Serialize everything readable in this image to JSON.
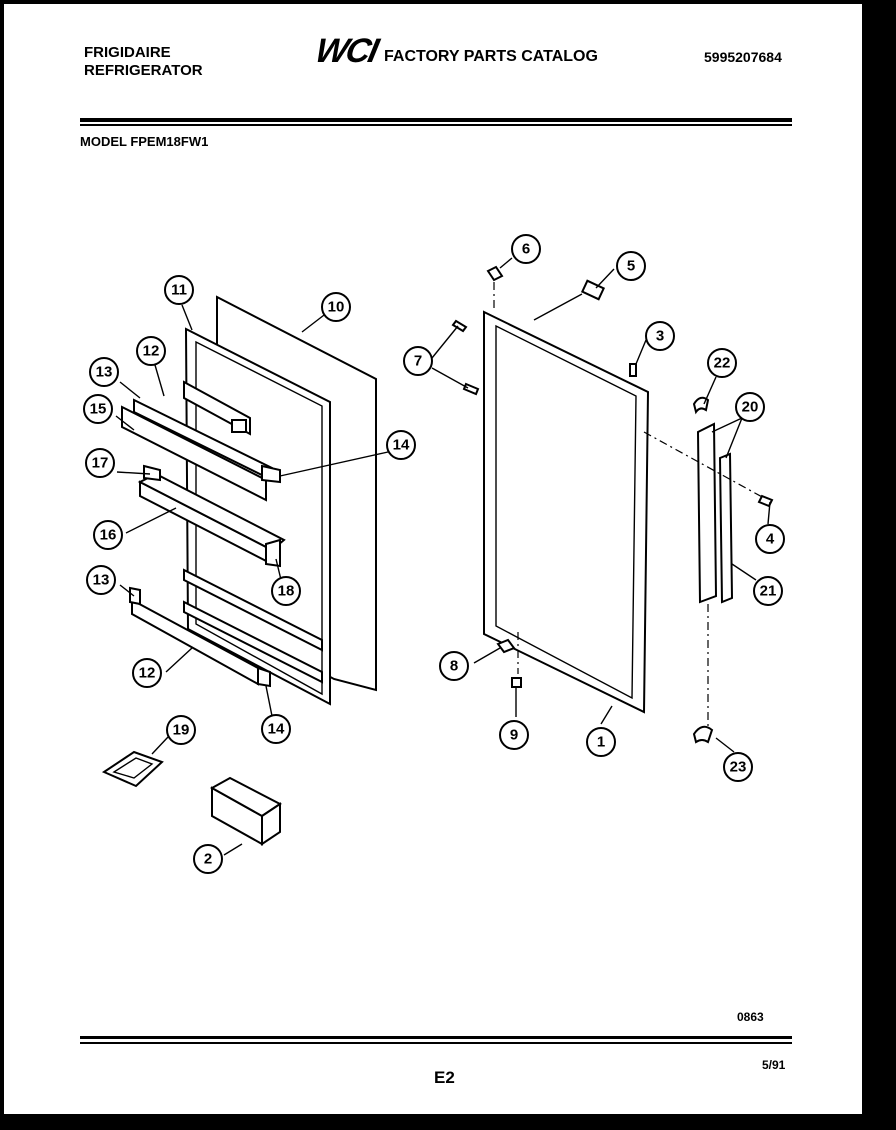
{
  "header": {
    "brand_line1": "FRIGIDAIRE",
    "brand_line2": "REFRIGERATOR",
    "logo_text": "WCI",
    "catalog_title": "FACTORY PARTS CATALOG",
    "catalog_number": "5995207684"
  },
  "model": "MODEL FPEM18FW1",
  "callouts": {
    "c1": "1",
    "c2": "2",
    "c3": "3",
    "c4": "4",
    "c5": "5",
    "c6": "6",
    "c7": "7",
    "c8": "8",
    "c9": "9",
    "c10": "10",
    "c11": "11",
    "c12a": "12",
    "c12b": "12",
    "c13a": "13",
    "c13b": "13",
    "c14a": "14",
    "c14b": "14",
    "c15": "15",
    "c16": "16",
    "c17": "17",
    "c18": "18",
    "c19": "19",
    "c20": "20",
    "c21": "21",
    "c22": "22",
    "c23": "23"
  },
  "footer": {
    "drawing_code": "0863",
    "page": "E2",
    "date": "5/91"
  }
}
